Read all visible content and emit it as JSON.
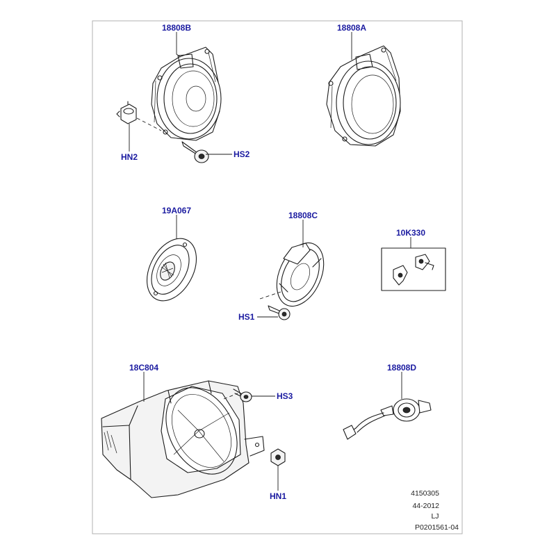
{
  "callouts": {
    "hn2": "HN2",
    "hs2": "HS2",
    "c18808b": "18808B",
    "c18808a": "18808A",
    "c19a067": "19A067",
    "c18808c": "18808C",
    "c10k330": "10K330",
    "hs1": "HS1",
    "c18c804": "18C804",
    "hs3": "HS3",
    "hn1": "HN1",
    "c18808d": "18808D"
  },
  "footer": {
    "line1": "4150305",
    "line2": "44-2012",
    "line3": "LJ",
    "line4": "P0201561-04"
  },
  "colors": {
    "callout": "#1a1aa0",
    "frame": "#b0b0b0"
  }
}
